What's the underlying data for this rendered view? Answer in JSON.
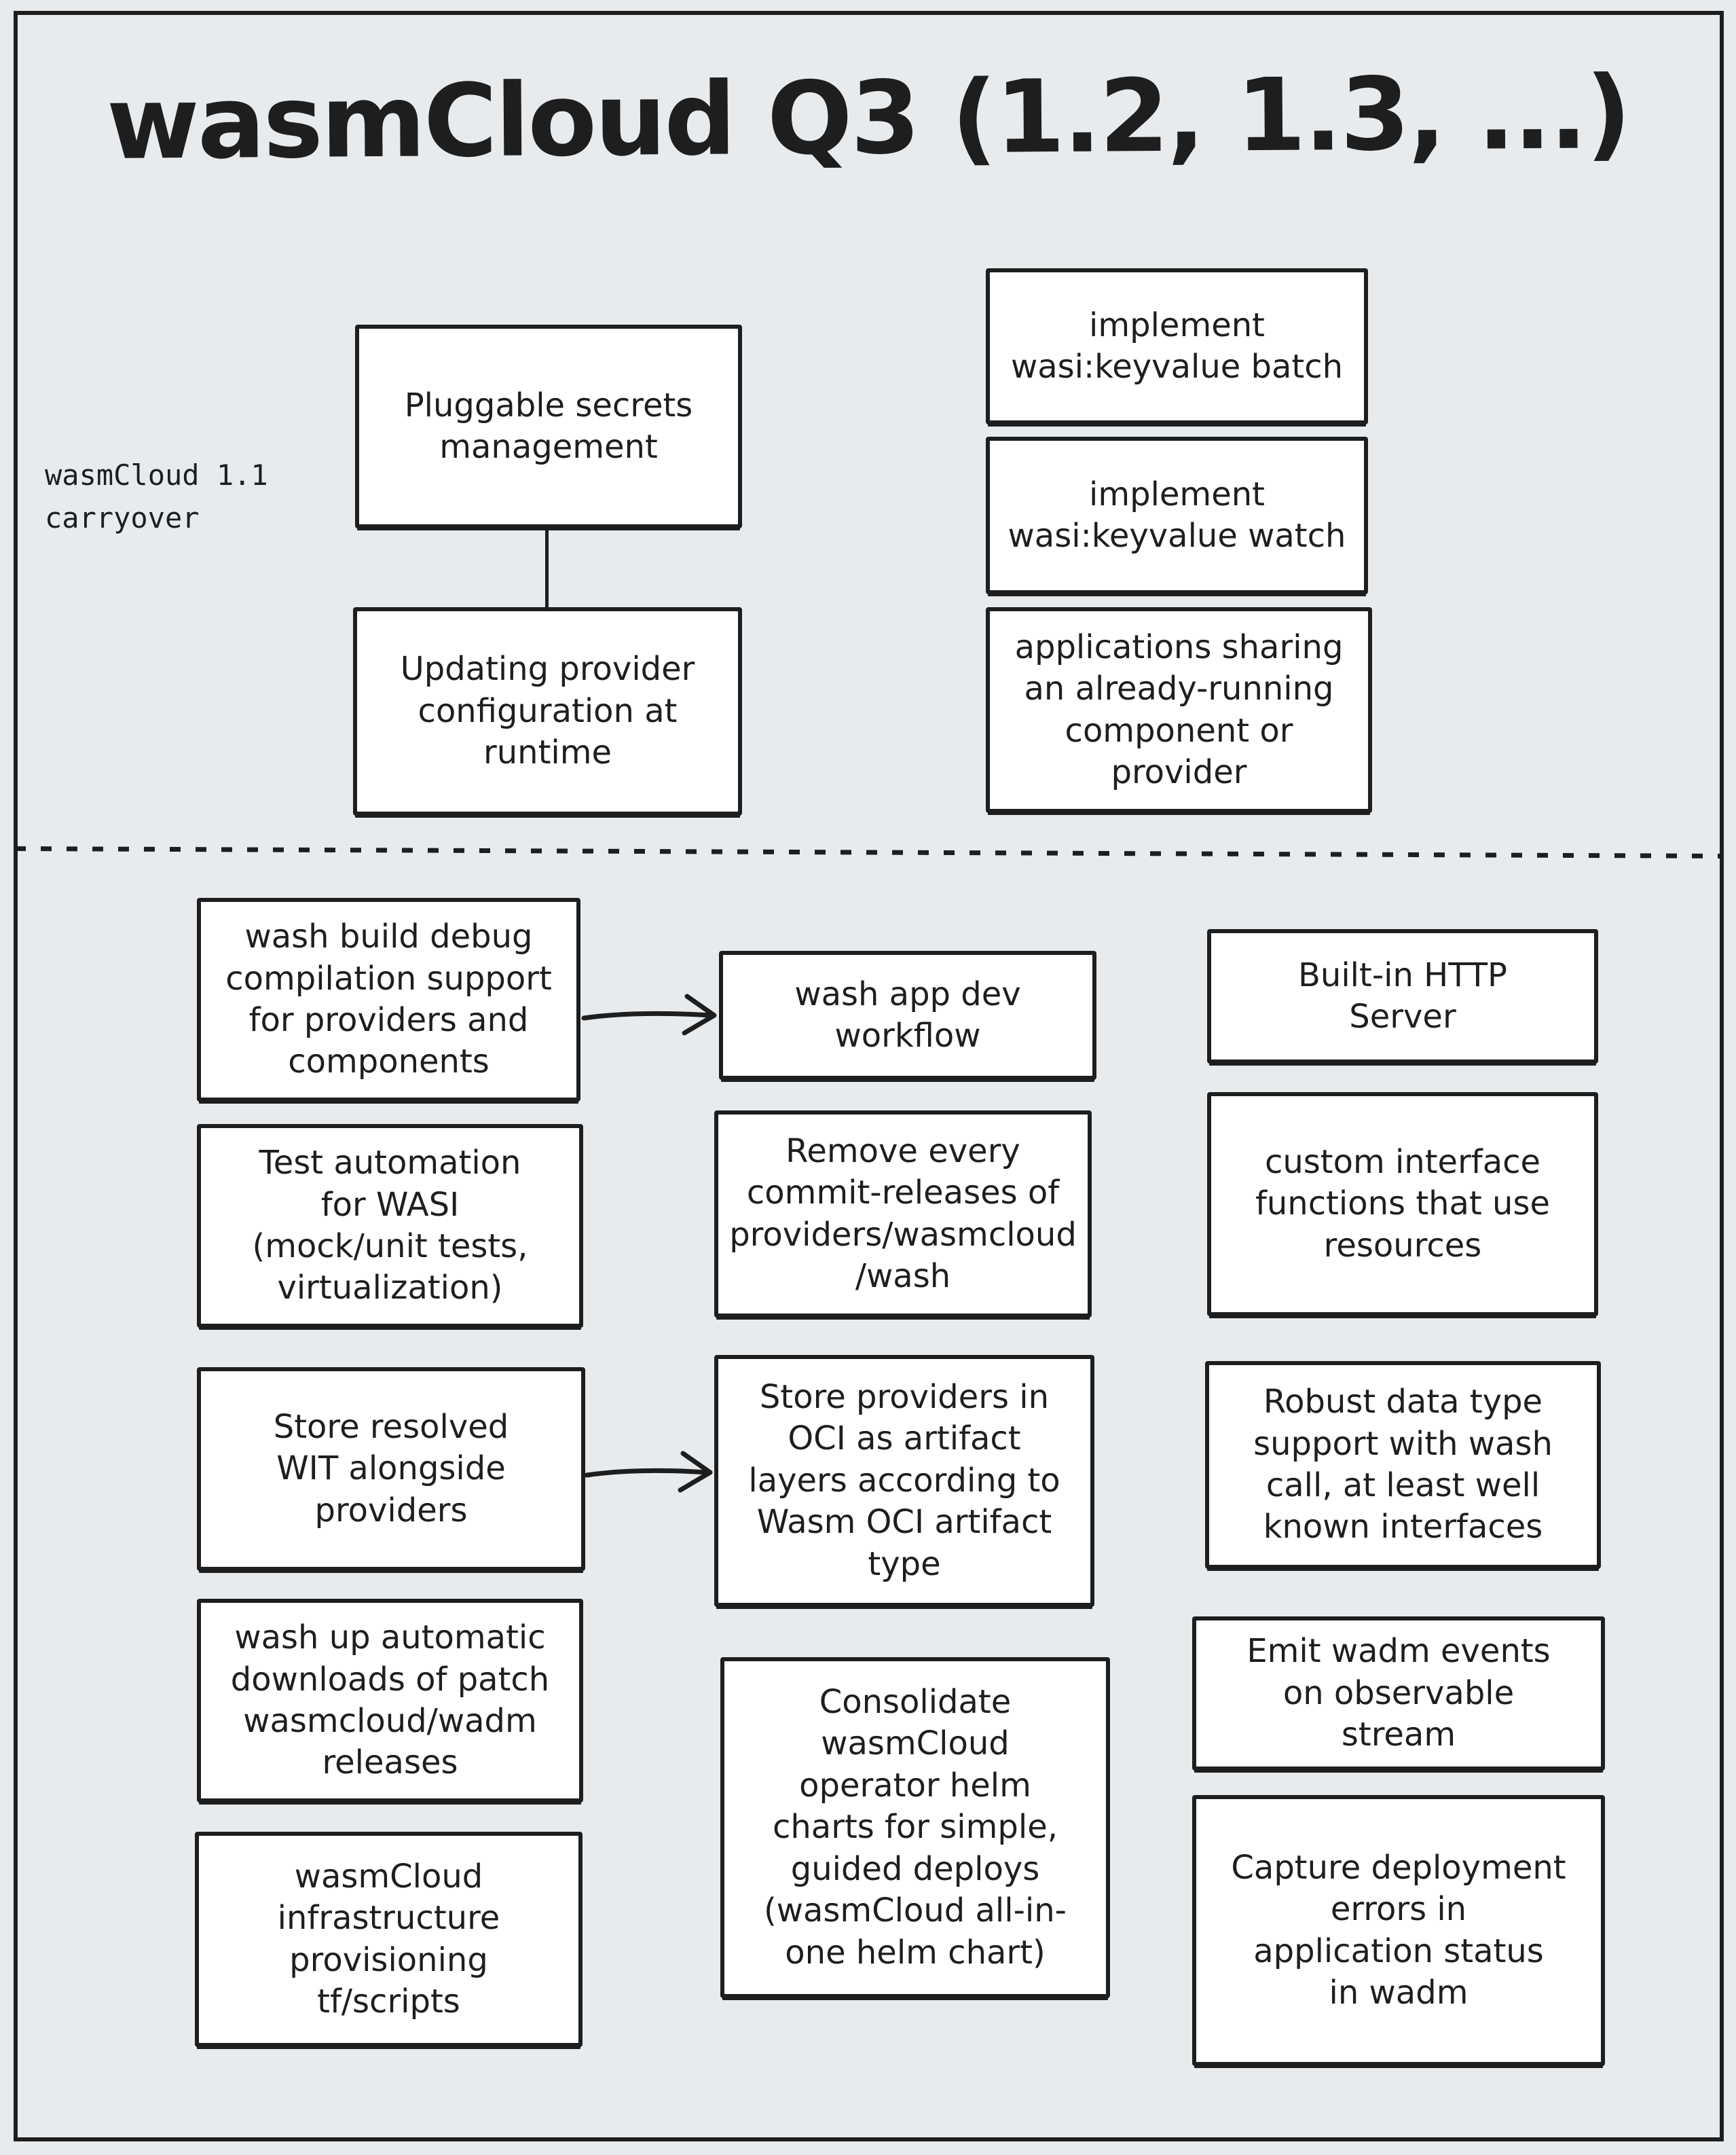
{
  "title": "wasmCloud Q3 (1.2, 1.3, ...)",
  "carryover_label": "wasmCloud 1.1\ncarryover",
  "nodes": {
    "pluggable_secrets": "Pluggable secrets\nmanagement",
    "kv_batch": "implement\nwasi:keyvalue batch",
    "kv_watch": "implement\nwasi:keyvalue watch",
    "updating_provider": "Updating provider\nconfiguration at\nruntime",
    "apps_sharing": "applications sharing\nan already-running\ncomponent or\nprovider",
    "wash_build_debug": "wash build debug\ncompilation support\nfor providers and\ncomponents",
    "wash_app_dev": "wash app dev\nworkflow",
    "builtin_http": "Built-in HTTP\nServer",
    "test_automation": "Test automation\nfor WASI\n(mock/unit tests,\nvirtualization)",
    "remove_commit_releases": "Remove every\ncommit-releases of\nproviders/wasmcloud\n/wash",
    "custom_interface": "custom interface\nfunctions that use\nresources",
    "store_wit": "Store resolved\nWIT alongside\nproviders",
    "store_oci": "Store providers in\nOCI as artifact\nlayers according to\nWasm OCI artifact\ntype",
    "robust_data_type": "Robust data type\nsupport with wash\ncall, at least well\nknown interfaces",
    "wash_up_auto": "wash up automatic\ndownloads of patch\nwasmcloud/wadm\nreleases",
    "consolidate_helm": "Consolidate\nwasmCloud\noperator helm\ncharts for simple,\nguided deploys\n(wasmCloud all-in-\none helm chart)",
    "emit_wadm_events": "Emit wadm events\non observable\nstream",
    "capture_deploy_errors": "Capture deployment\nerrors in\napplication status\nin wadm",
    "infra_provisioning": "wasmCloud\ninfrastructure\nprovisioning\ntf/scripts"
  },
  "connectors": [
    {
      "from": "pluggable_secrets",
      "to": "updating_provider",
      "type": "line"
    },
    {
      "from": "wash_build_debug",
      "to": "wash_app_dev",
      "type": "arrow"
    },
    {
      "from": "store_wit",
      "to": "store_oci",
      "type": "arrow"
    }
  ],
  "colors": {
    "background": "#e8ebee",
    "node_fill": "#ffffff",
    "stroke": "#1e1e1e"
  }
}
